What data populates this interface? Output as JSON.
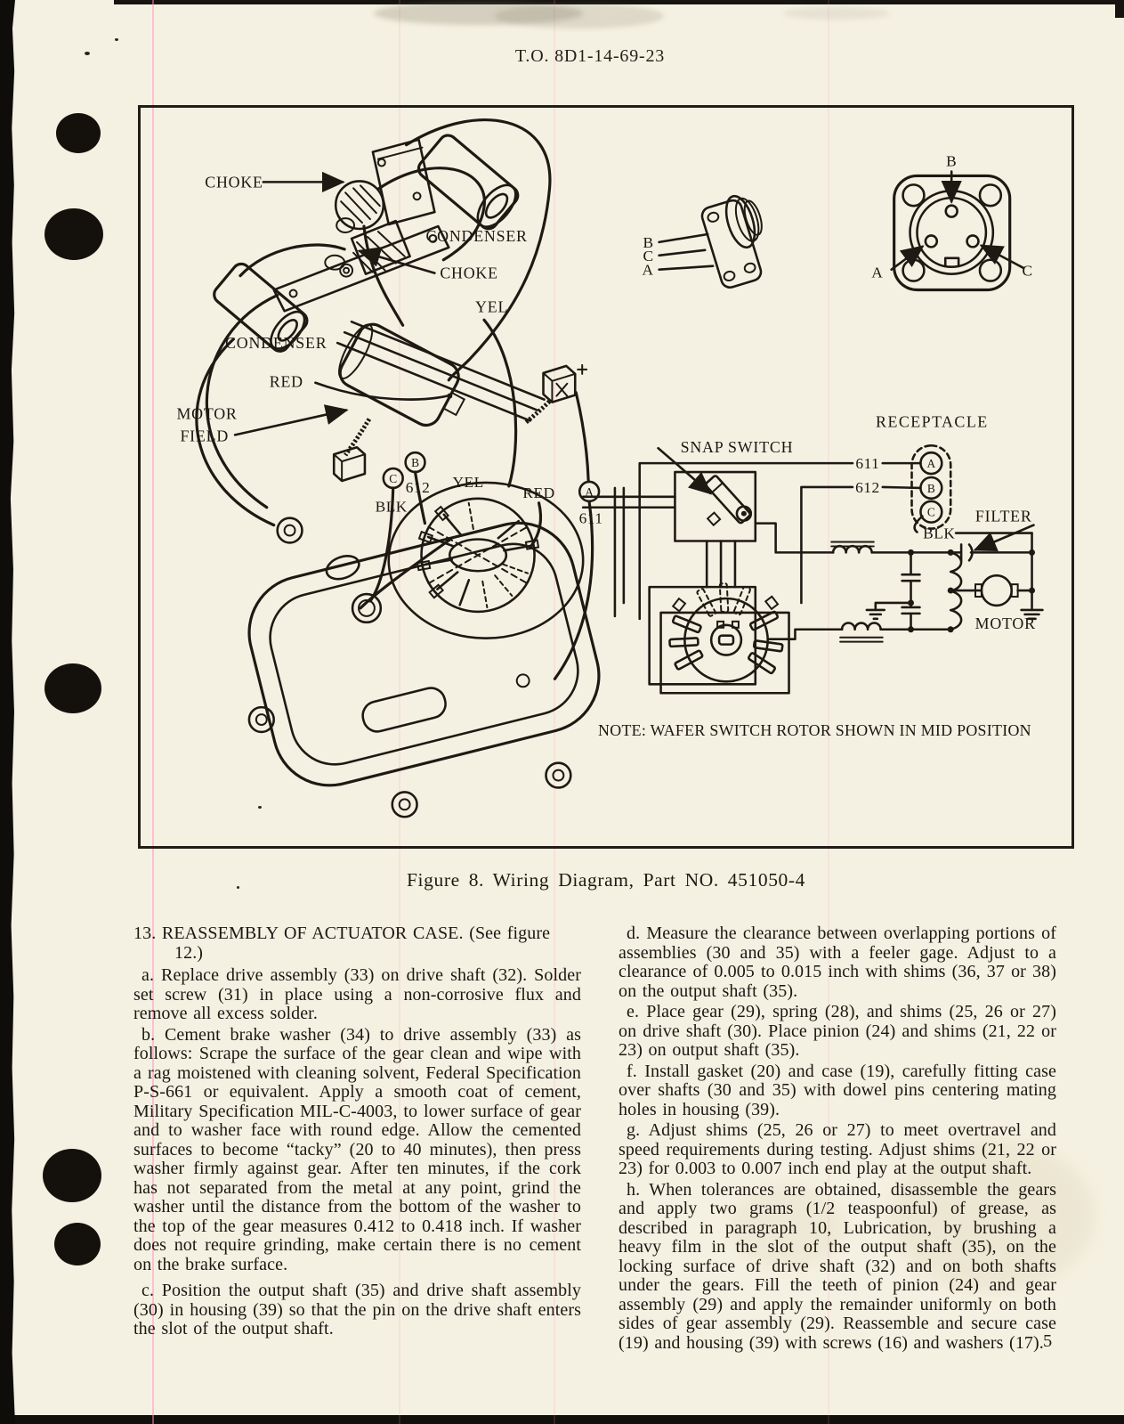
{
  "page": {
    "header": "T.O. 8D1-14-69-23",
    "figure_caption": "Figure 8.  Wiring Diagram, Part NO. 451050-4",
    "page_number": "5"
  },
  "figure": {
    "note": "NOTE:  WAFER SWITCH ROTOR SHOWN IN MID POSITION",
    "labels": {
      "choke_top": "CHOKE",
      "condenser_top": "CONDENSER",
      "choke_mid": "CHOKE",
      "yel_top": "YEL",
      "condenser_left": "CONDENSER",
      "red_top": "RED",
      "motor_field_line1": "MOTOR",
      "motor_field_line2": "FIELD",
      "term_c": "C",
      "term_c_wire": "BLK",
      "term_b": "B",
      "term_b_wire": "612",
      "yel_mid": "YEL",
      "red_mid": "RED",
      "term_a": "A",
      "term_a_wire": "611",
      "plug_side_b": "B",
      "plug_side_c": "C",
      "plug_side_a": "A",
      "plug_face_b": "B",
      "plug_face_a": "A",
      "plug_face_c": "C",
      "receptacle": "RECEPTACLE",
      "wire_611": "611",
      "wire_612": "612",
      "snap_switch": "SNAP SWITCH",
      "blk_wire": "BLK",
      "filter": "FILTER",
      "motor": "MOTOR",
      "recep_a": "A",
      "recep_b": "B",
      "recep_c": "C"
    }
  },
  "body": {
    "left": [
      {
        "id": "para-13",
        "text": "13. REASSEMBLY OF ACTUATOR CASE. (See figure\n12.)"
      },
      {
        "id": "para-a",
        "text": "a. Replace drive assembly (33) on drive shaft (32). Solder set screw (31) in place using a non-corrosive flux and remove all excess solder."
      },
      {
        "id": "para-b",
        "text": "b. Cement brake washer (34) to drive assembly (33) as follows: Scrape the surface of the gear clean and wipe with a rag moistened with cleaning solvent, Federal Specification P-S-661 or equivalent.  Apply a smooth coat of cement, Military Specification MIL-C-4003, to lower surface of gear and to washer face with round edge.  Allow the cemented surfaces to become “tacky” (20 to 40 minutes), then press washer firmly against gear.  After ten minutes, if the cork has not separated from the metal at any point, grind the washer until the distance from the bottom of the washer to the top of the gear measures 0.412 to 0.418 inch. If washer does not require grinding, make certain there is no cement on the brake surface."
      },
      {
        "id": "para-c",
        "text": "c. Position the output shaft (35) and drive shaft assembly (30) in housing (39) so that the pin on the drive shaft enters the slot of the output shaft."
      }
    ],
    "right": [
      {
        "id": "para-d",
        "text": "d. Measure the clearance between overlapping portions of assemblies (30 and 35) with a feeler gage. Adjust to a clearance of 0.005 to 0.015 inch with shims (36, 37 or 38) on the output shaft (35)."
      },
      {
        "id": "para-e",
        "text": "e. Place gear (29), spring (28), and shims (25, 26 or 27) on drive shaft (30).  Place pinion (24) and shims (21, 22 or 23) on output shaft (35)."
      },
      {
        "id": "para-f",
        "text": "f. Install gasket (20) and case (19), carefully fitting case over shafts (30 and 35) with dowel pins centering mating holes in housing (39)."
      },
      {
        "id": "para-g",
        "text": "g. Adjust shims (25, 26 or 27) to meet overtravel and speed requirements during testing. Adjust shims (21, 22 or 23) for 0.003 to 0.007 inch end play at the output shaft."
      },
      {
        "id": "para-h",
        "text": "h. When tolerances are obtained, disassemble the gears and apply two grams (1/2 teaspoonful) of grease, as described in paragraph 10, Lubrication, by brushing a heavy film in the slot of the output shaft (35), on the locking surface of drive shaft (32) and on both shafts under the gears.  Fill the teeth of pinion (24) and gear assembly (29) and apply the remainder uniformly on both sides of gear assembly (29).  Reassemble and secure case (19) and housing (39) with screws (16) and washers (17)."
      }
    ]
  }
}
